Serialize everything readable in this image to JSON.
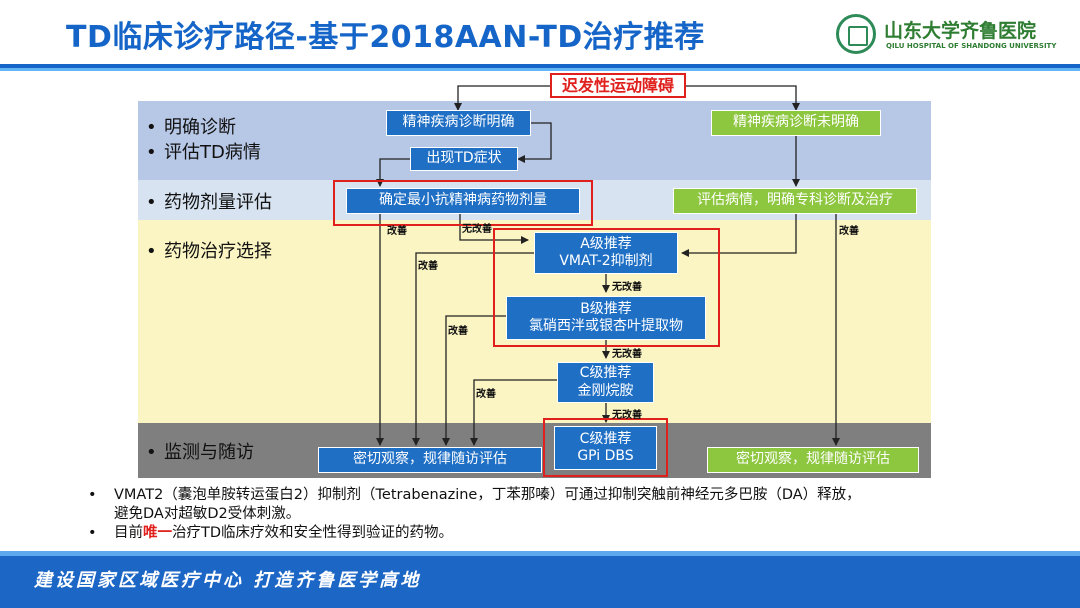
{
  "header": {
    "title": "TD临床诊疗路径-基于2018AAN-TD治疗推荐",
    "logo_cn": "山东大学齐鲁医院",
    "logo_en": "QILU HOSPITAL OF SHANDONG UNIVERSITY"
  },
  "rows": {
    "r1a": "明确诊断",
    "r1b": "评估TD病情",
    "r2": "药物剂量评估",
    "r3": "药物治疗选择",
    "r4": "监测与随访"
  },
  "bullet": "•",
  "nodes": {
    "top": "迟发性运动障碍",
    "dx_clear": "精神疾病诊断明确",
    "dx_unclear": "精神疾病诊断未明确",
    "symptom": "出现TD症状",
    "min_dose": "确定最小抗精神病药物剂量",
    "evaluate": "评估病情，明确专科诊断及治疗",
    "a_line1": "A级推荐",
    "a_line2": "VMAT-2抑制剂",
    "b_line1": "B级推荐",
    "b_line2": "氯硝西泮或银杏叶提取物",
    "c1_line1": "C级推荐",
    "c1_line2": "金刚烷胺",
    "c2_line1": "C级推荐",
    "c2_line2": "GPi DBS",
    "follow_left": "密切观察，规律随访评估",
    "follow_right": "密切观察，规律随访评估"
  },
  "edge_labels": {
    "improve": "改善",
    "no_improve": "无改善"
  },
  "notes": {
    "n1_line1": "VMAT2（囊泡单胺转运蛋白2）抑制剂（Tetrabenazine，丁苯那嗪）可通过抑制突触前神经元多巴胺（DA）释放，",
    "n1_line2": "避免DA对超敏D2受体刺激。",
    "n2_pre": "目前",
    "n2_red": "唯一",
    "n2_post": "治疗TD临床疗效和安全性得到验证的药物。"
  },
  "footer": {
    "slogan": "建设国家区域医疗中心  打造齐鲁医学高地"
  },
  "colors": {
    "title_blue": "#1565c8",
    "node_blue": "#1f6fc5",
    "node_green": "#8dc63f",
    "highlight_red": "#e0201c"
  }
}
